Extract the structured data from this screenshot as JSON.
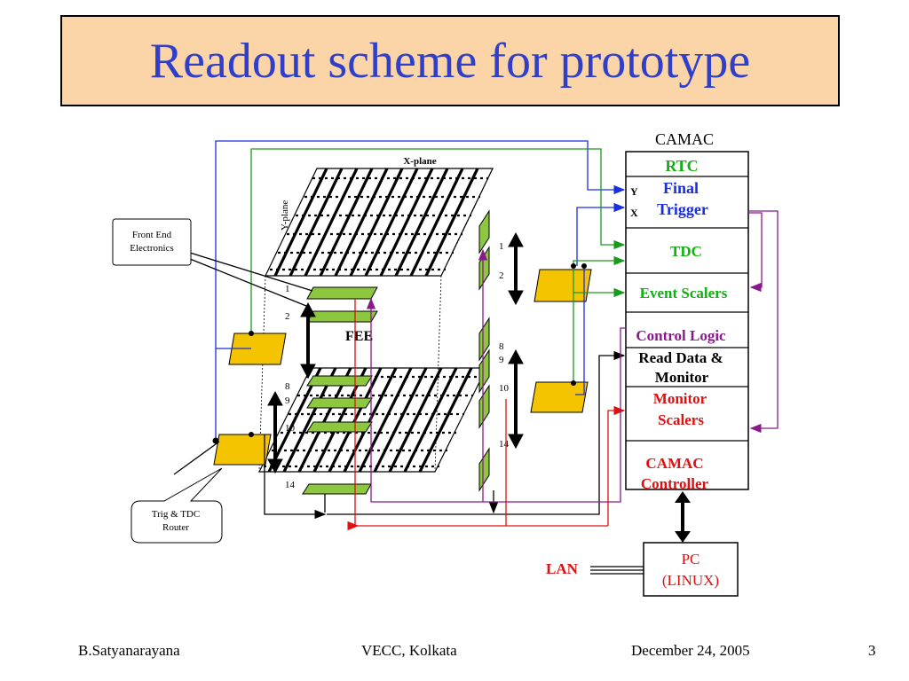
{
  "title": "Readout scheme for prototype",
  "camac": {
    "header": "CAMAC",
    "rtc": "RTC",
    "final_trigger_1": "Final",
    "final_trigger_2": "Trigger",
    "y_label": "Y",
    "x_label": "X",
    "tdc": "TDC",
    "event_scalers": "Event Scalers",
    "control_logic": "Control Logic",
    "read_data_1": "Read Data &",
    "read_data_2": "Monitor",
    "monitor_scalers_1": "Monitor",
    "monitor_scalers_2": "Scalers",
    "camac_controller_1": "CAMAC",
    "camac_controller_2": "Controller"
  },
  "detector": {
    "x_plane": "X-plane",
    "y_plane": "Y-plane",
    "fee": "FEE",
    "left_labels": [
      "1",
      "2",
      "8",
      "9",
      "10",
      "14"
    ],
    "right_labels": [
      "1",
      "2",
      "8",
      "9",
      "10",
      "14"
    ]
  },
  "callouts": {
    "front_end_1": "Front End",
    "front_end_2": "Electronics",
    "router_1": "Trig & TDC",
    "router_2": "Router"
  },
  "pc": {
    "line1": "PC",
    "line2": "(LINUX)",
    "lan": "LAN"
  },
  "colors": {
    "title_bg": "#fbd4a8",
    "title_text": "#2f3fc9",
    "fee_board": "#8dc63f",
    "module_box": "#f5c400",
    "blue": "#1a2ee0",
    "green": "#1a9a1a",
    "red": "#e01010",
    "purple": "#8a1a8a"
  },
  "footer": {
    "author": "B.Satyanarayana",
    "place": "VECC, Kolkata",
    "date": "December 24, 2005",
    "page": "3"
  }
}
